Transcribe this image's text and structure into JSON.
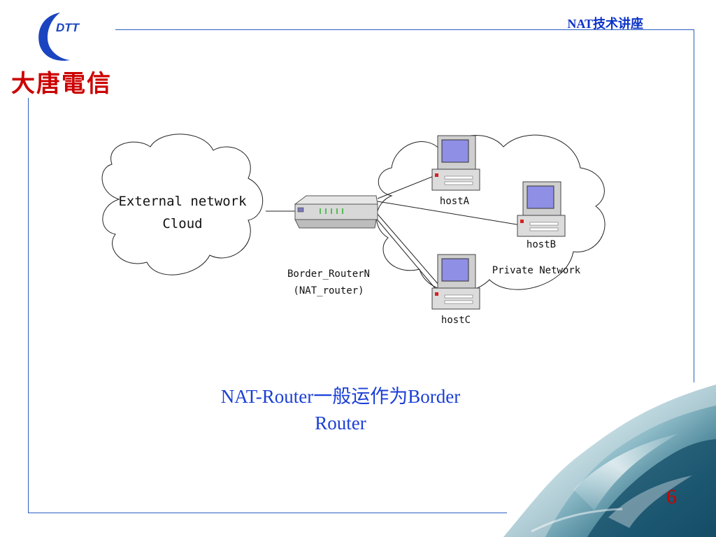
{
  "header": {
    "title": "NAT技术讲座"
  },
  "logo": {
    "text": "DTT",
    "chinese": "大唐電信"
  },
  "diagram": {
    "external_cloud": {
      "line1": "External network",
      "line2": "Cloud"
    },
    "router": {
      "line1": "Border_RouterN",
      "line2": "(NAT_router)"
    },
    "private_network_label": "Private Network",
    "hosts": [
      {
        "label": "hostA"
      },
      {
        "label": "hostB"
      },
      {
        "label": "hostC"
      }
    ]
  },
  "caption": {
    "line1": "NAT-Router一般运作为Border",
    "line2": "Router"
  },
  "page_number": "6",
  "colors": {
    "frame": "#2a5fc0",
    "title": "#0b32c8",
    "caption": "#1b3fd6",
    "page_number": "#cc0000",
    "logo_red": "#cc0000"
  }
}
